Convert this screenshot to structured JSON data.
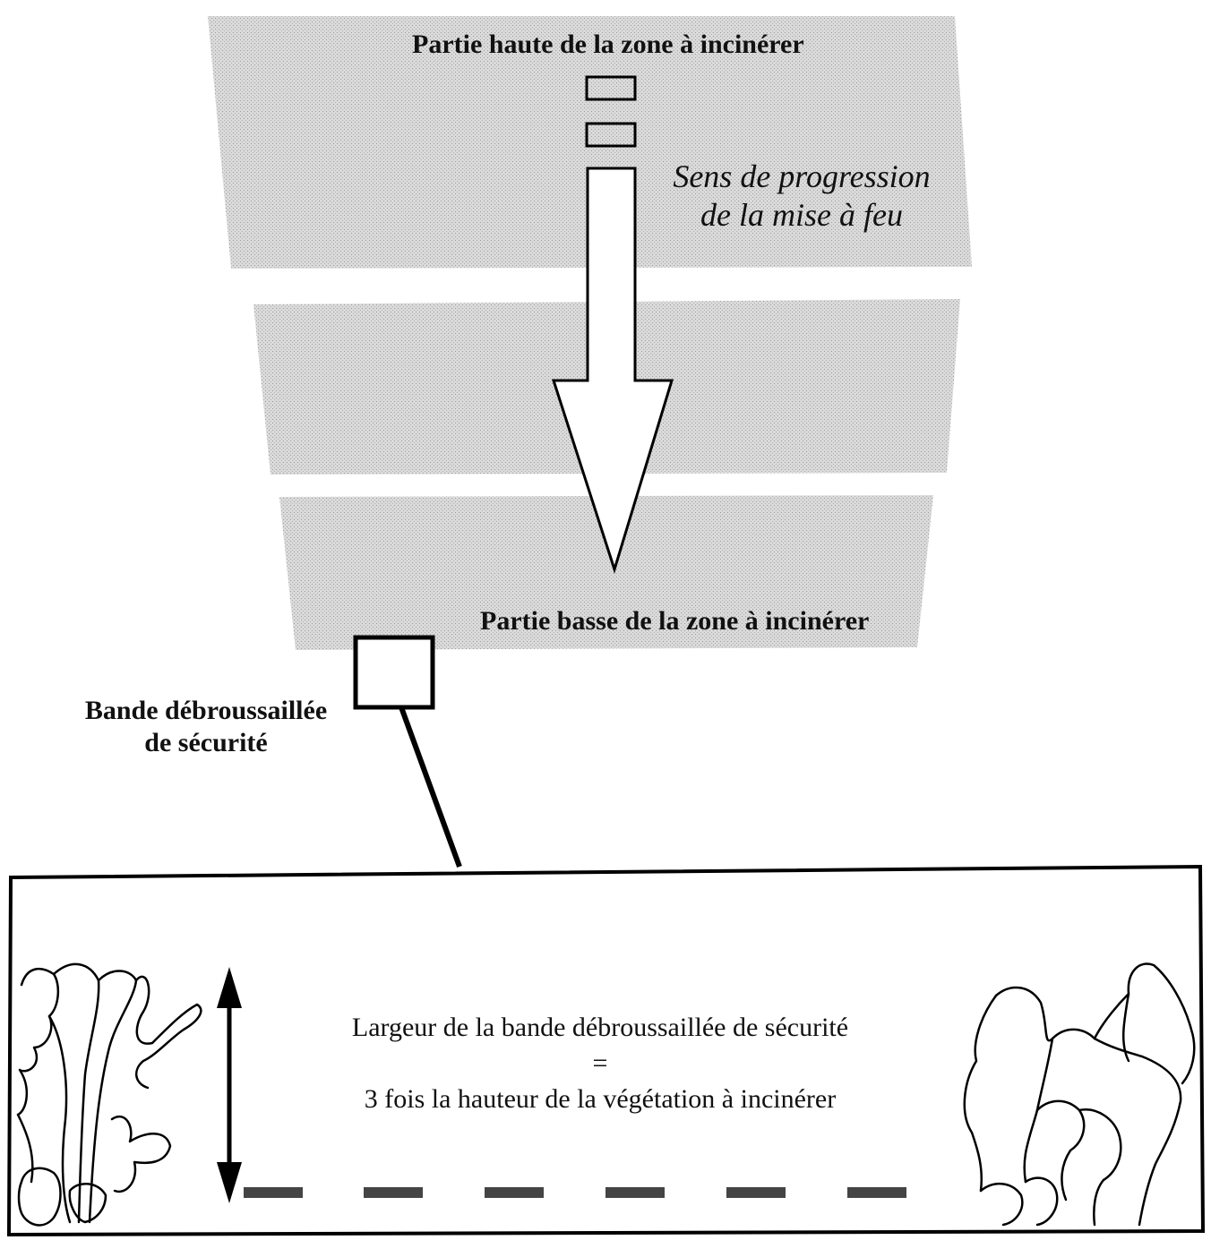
{
  "diagram": {
    "top_label": "Partie haute de la zone à incinérer",
    "progression_label_line1": "Sens de progression",
    "progression_label_line2": "de la mise à feu",
    "bottom_label": "Partie basse de la zone à incinérer",
    "strip_label_line1": "Bande débroussaillée",
    "strip_label_line2": "de sécurité",
    "detail_line1": "Largeur de la bande débroussaillée de sécurité",
    "detail_line2": "=",
    "detail_line3": "3 fois la hauteur de la végétation à incinérer"
  },
  "colors": {
    "zone_fill": "#d2d2d2",
    "line": "#000000",
    "dash": "#444444"
  }
}
